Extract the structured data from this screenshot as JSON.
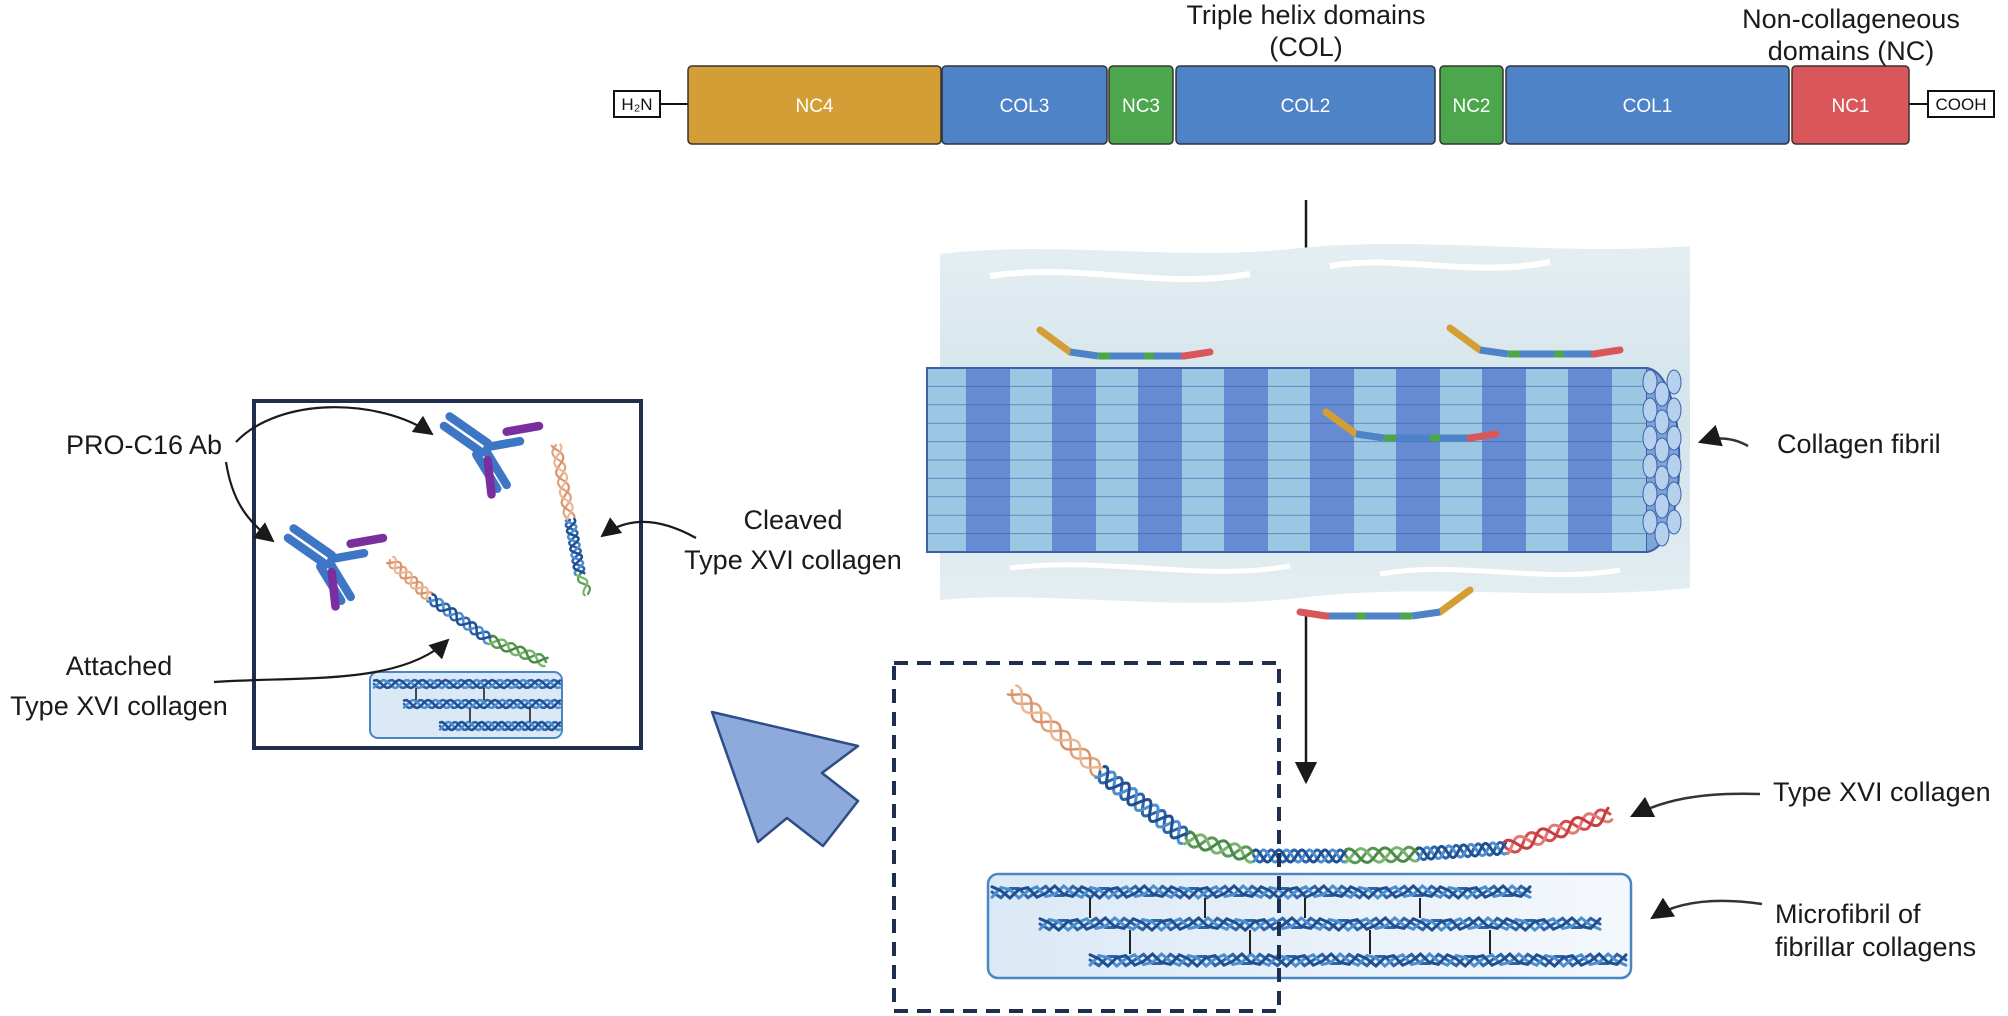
{
  "domain_bar": {
    "n_terminus": "H₂N",
    "c_terminus": "COOH",
    "triple_helix_heading": [
      "Triple helix domains",
      "(COL)"
    ],
    "noncollagenous_heading": [
      "Non-collageneous",
      "domains (NC)"
    ],
    "domains": [
      {
        "label": "NC4",
        "kind": "NC4",
        "color": "#D39E36"
      },
      {
        "label": "COL3",
        "kind": "COL",
        "color": "#4F83C8"
      },
      {
        "label": "NC3",
        "kind": "NC",
        "color": "#4CA64C"
      },
      {
        "label": "COL2",
        "kind": "COL",
        "color": "#4F83C8"
      },
      {
        "label": "NC2",
        "kind": "NC",
        "color": "#4CA64C"
      },
      {
        "label": "COL1",
        "kind": "COL",
        "color": "#4F83C8"
      },
      {
        "label": "NC1",
        "kind": "NC",
        "color": "#D9565A"
      }
    ]
  },
  "labels": {
    "collagen_fibril": "Collagen fibril",
    "type_xvi_collagen": "Type XVI collagen",
    "microfibril": [
      "Microfibril of",
      "fibrillar collagens"
    ],
    "pro_c16_ab": "PRO-C16 Ab",
    "cleaved": [
      "Cleaved",
      "Type XVI collagen"
    ],
    "attached": [
      "Attached",
      "Type XVI collagen"
    ]
  },
  "colors": {
    "collagen_blue": "#4F83C8",
    "nc_green": "#4CA64C",
    "nc4_gold": "#D39E36",
    "nc1_red": "#D9565A",
    "antibody_blue": "#3E76C6",
    "antibody_purple": "#7A2FA0",
    "frame_navy": "#1F2E4F",
    "big_arrow": "#8EA9DB"
  }
}
